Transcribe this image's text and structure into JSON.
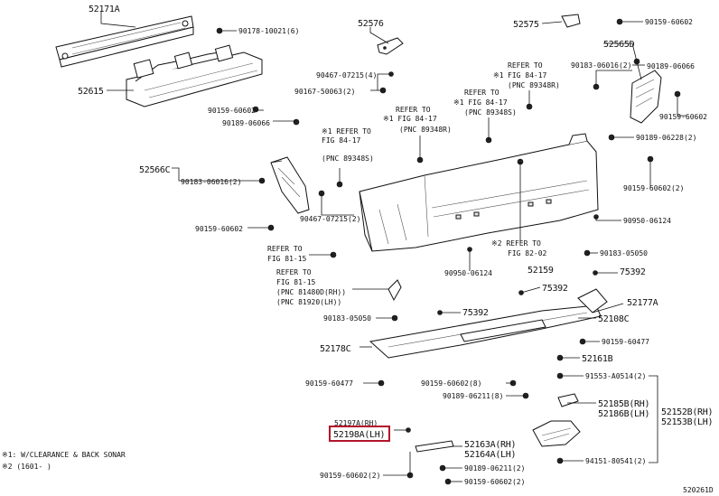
{
  "diagram": {
    "labels": {
      "p52171a": "52171A",
      "p90178": "90178-10021(6)",
      "p52615": "52615",
      "p52576": "52576",
      "p52575": "52575",
      "p90159_602_tr": "90159-60602",
      "p52565d": "52565D",
      "p90183_16_tr": "90183-06016(2)",
      "p90189_66_tr": "90189-06066",
      "p90159_602_r2": "90159-60602",
      "p90467_4": "90467-07215(4)",
      "p90167": "90167-50063(2)",
      "ref1_a": "※1 REFER TO",
      "ref1_b": "FIG 84-17",
      "ref1_c": "(PNC 89348S)",
      "ref2_a": "REFER TO",
      "ref2_b": "※1 FIG 84-17",
      "ref2_c": "(PNC 89348R)",
      "ref3_a": "REFER TO",
      "ref3_b": "※1 FIG 84-17",
      "ref3_c": "(PNC 89348S)",
      "ref4_a": "REFER TO",
      "ref4_b": "FIG 84-17",
      "ref4_c": "(PNC 89348R)",
      "ref4_mark": "※1",
      "p90159_602_l": "90159-60602",
      "p90189_66_l": "90189-06066",
      "p52566c": "52566C",
      "p90183_16_l": "90183-06016(2)",
      "p90467_2": "90467-07215(2)",
      "p90159_602_ll": "90159-60602",
      "p90189_228": "90189-06228(2)",
      "p90159_602_2r": "90159-60602(2)",
      "p90950_124_r": "90950-06124",
      "ref5_a": "※2 REFER TO",
      "ref5_b": "FIG 82-02",
      "p52159": "52159",
      "p90950_124_c": "90950-06124",
      "ref6_a": "REFER TO",
      "ref6_b": "FIG 81-15",
      "ref7_a": "REFER TO",
      "ref7_b": "FIG 81-15",
      "ref7_c": "(PNC 81480D(RH))",
      "ref7_d": "(PNC 81920(LH))",
      "p90183_050_r": "90183-05050",
      "p75392_r": "75392",
      "p52177a": "52177A",
      "p75392_c": "75392",
      "p75392_l": "75392",
      "p52108c": "52108C",
      "p90183_050_l": "90183-05050",
      "p52178c": "52178C",
      "p90159_477_r": "90159-60477",
      "p52161b": "52161B",
      "p90159_477_l": "90159-60477",
      "p91553": "91553-A0514(2)",
      "p90159_602_8": "90159-60602(8)",
      "p90189_211_c": "90189-06211(8)",
      "p52185b": "52185B(RH)",
      "p52186b": "52186B(LH)",
      "p52152b": "52152B(RH)",
      "p52153b": "52153B(LH)",
      "p52197a": "52197A(RH)",
      "p52198a": "52198A(LH)",
      "p52163a": "52163A(RH)",
      "p52164a": "52164A(LH)",
      "p94151": "94151-80541(2)",
      "p90189_211_b": "90189-06211(2)",
      "p90159_602_b2": "90159-60602(2)",
      "p90159_602_bl": "90159-60602(2)",
      "note1": "※1: W/CLEARANCE & BACK SONAR",
      "note2": "※2 (1601-      )",
      "figure_no": "520261D"
    }
  }
}
